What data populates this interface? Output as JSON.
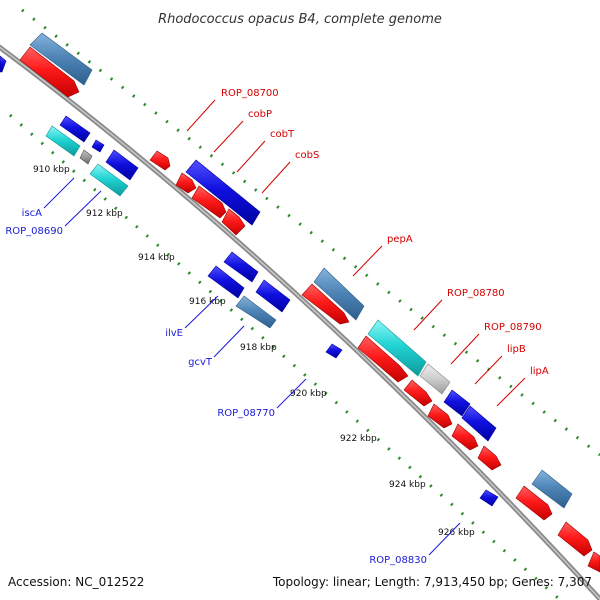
{
  "title": "Rhodococcus opacus B4, complete genome",
  "footer": {
    "accession": "Accession: NC_012522",
    "summary": "Topology: linear; Length: 7,913,450 bp; Genes: 7,307"
  },
  "colors": {
    "background": "#ffffff",
    "backbone": "#8a8a8a",
    "tick_dots": "#2a8a2a",
    "forward_label": "#d40000",
    "reverse_label": "#1a1ad8",
    "gene_red": "#ff1a1a",
    "gene_blue": "#1010e0",
    "gene_steelblue": "#4f86b8",
    "gene_cyan": "#22d4d4",
    "gene_gray": "#9a9a9a",
    "gene_lightgray": "#cccccc"
  },
  "ticks": [
    "910 kbp",
    "912 kbp",
    "914 kbp",
    "916 kbp",
    "918 kbp",
    "920 kbp",
    "922 kbp",
    "924 kbp",
    "926 kbp"
  ],
  "forward_labels": [
    "ROP_08700",
    "cobP",
    "cobT",
    "cobS",
    "pepA",
    "ROP_08780",
    "ROP_08790",
    "lipB",
    "lipA"
  ],
  "reverse_labels": [
    "iscA",
    "ROP_08690",
    "ilvE",
    "gcvT",
    "ROP_08770",
    "ROP_08830"
  ]
}
